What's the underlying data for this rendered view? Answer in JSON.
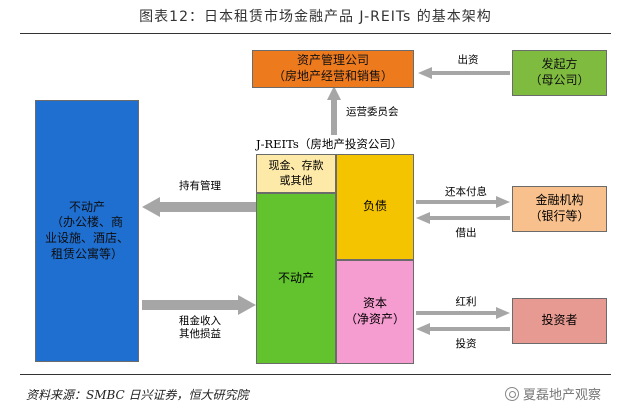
{
  "title": "图表12：日本租赁市场金融产品 J-REITs 的基本架构",
  "nodes": {
    "asset_manager": "资产管理公司\n（房地产经营和销售）",
    "sponsor": "发起方\n（母公司）",
    "real_estate_external": "不动产\n（办公楼、商\n业设施、酒店、\n租赁公寓等）",
    "reit_caption": "J-REITs（房地产投资公司）",
    "cash": "现金、存款\n或其他",
    "real_estate_inner": "不动产",
    "liabilities": "负债",
    "equity": "资本\n（净资产）",
    "financial_institution": "金融机构\n（银行等）",
    "investors": "投资者"
  },
  "edge_labels": {
    "funding": "出资",
    "operation_committee": "运营委员会",
    "holding_management": "持有管理",
    "rental_income": "租金收入\n其他损益",
    "repay_interest": "还本付息",
    "borrowing": "借出",
    "dividend": "红利",
    "investment": "投资"
  },
  "footer": {
    "source": "资料来源：SMBC 日兴证券，恒大研究院",
    "watermark": "夏磊地产观察"
  },
  "colors": {
    "orange": "#ee7a1e",
    "green": "#7ebb3f",
    "blue": "#1f6fd1",
    "cream": "#fde9a8",
    "bright_green": "#63c32f",
    "gold": "#f5c400",
    "pink": "#f59cd0",
    "peach": "#f8c08c",
    "rose": "#e79a92",
    "arrow": "#a6a6a6"
  }
}
